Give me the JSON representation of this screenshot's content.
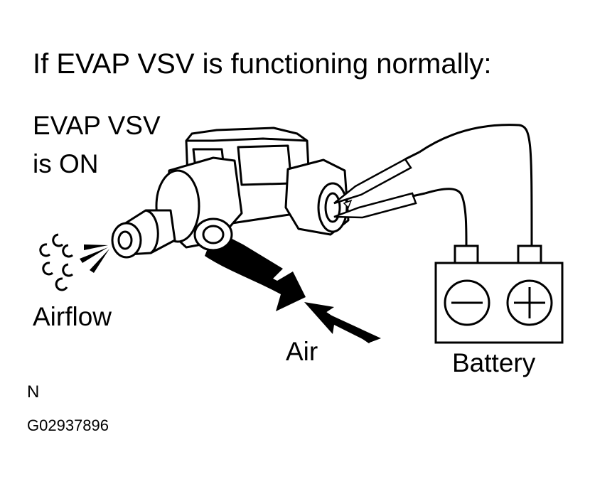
{
  "diagram": {
    "title": "If EVAP VSV is functioning normally:",
    "state_line_1": "EVAP VSV",
    "state_line_2": "is ON",
    "airflow_label": "Airflow",
    "air_label": "Air",
    "battery_label": "Battery",
    "note": "N",
    "figure_id": "G02937896",
    "terminal_negative_symbol": "minus-icon",
    "terminal_positive_symbol": "plus-icon"
  }
}
